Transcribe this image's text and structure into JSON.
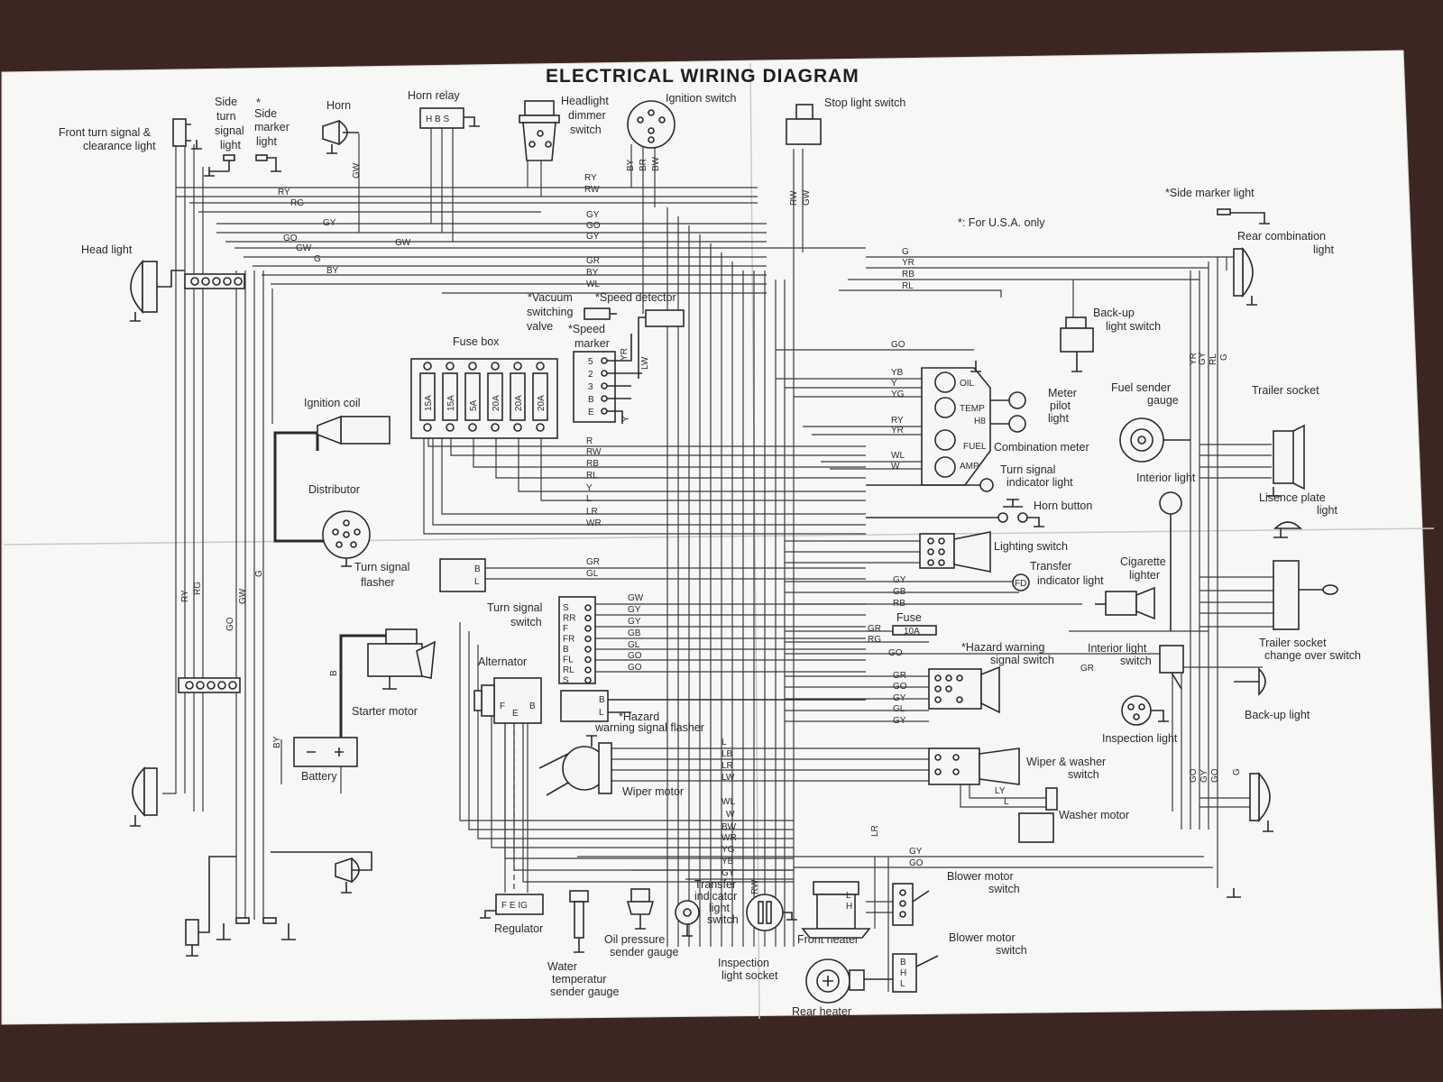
{
  "title": "ELECTRICAL WIRING DIAGRAM",
  "note": "*: For U.S.A. only",
  "components": {
    "front_turn": "Front turn signal &",
    "front_turn2": "clearance light",
    "side_turn1": "Side",
    "side_turn2": "turn",
    "side_turn3": "signal",
    "side_turn4": "light",
    "side_marker1": "*",
    "side_marker2": "Side",
    "side_marker3": "marker",
    "side_marker4": "light",
    "horn": "Horn",
    "horn_relay": "Horn relay",
    "horn_relay_pins": "H B S",
    "headlight_dimmer1": "Headlight",
    "headlight_dimmer2": "dimmer",
    "headlight_dimmer3": "switch",
    "ignition_switch": "Ignition switch",
    "stop_light": "Stop light switch",
    "side_marker_rear": "*Side marker light",
    "rear_combination1": "Rear combination",
    "rear_combination2": "light",
    "head_light": "Head light",
    "vacuum1": "*Vacuum",
    "vacuum2": "switching",
    "vacuum3": "valve",
    "speed_detector": "*Speed detector",
    "speed_marker1": "*Speed",
    "speed_marker2": "marker",
    "fuse_box": "Fuse box",
    "backup_switch1": "Back-up",
    "backup_switch2": "light switch",
    "ignition_coil": "Ignition coil",
    "fuel_sender1": "Fuel sender",
    "fuel_sender2": "gauge",
    "meter_pilot1": "Meter",
    "meter_pilot2": "pilot",
    "meter_pilot3": "light",
    "trailer_socket": "Trailer socket",
    "combination_meter": "Combination meter",
    "turn_indicator1": "Turn signal",
    "turn_indicator2": "indicator light",
    "interior_light": "Interior light",
    "distributor": "Distributor",
    "horn_button": "Horn button",
    "licence1": "Lisence plate",
    "licence2": "light",
    "lighting_switch": "Lighting switch",
    "turn_flasher1": "Turn signal",
    "turn_flasher2": "flasher",
    "transfer1": "Transfer",
    "transfer2": "indicator light",
    "cigarette1": "Cigarette",
    "cigarette2": "lighter",
    "turn_switch1": "Turn signal",
    "turn_switch2": "switch",
    "fuse": "Fuse",
    "fuse_10a": "10A",
    "hazard_switch1": "*Hazard warning",
    "hazard_switch2": "signal switch",
    "interior_switch1": "Interior light",
    "interior_switch2": "switch",
    "trailer_changeover1": "Trailer socket",
    "trailer_changeover2": "change over switch",
    "alternator": "Alternator",
    "starter": "Starter motor",
    "hazard_flasher1": "*Hazard",
    "hazard_flasher2": "warning signal flasher",
    "backup_light": "Back-up light",
    "inspection_light": "Inspection light",
    "battery": "Battery",
    "wiper_washer1": "Wiper & washer",
    "wiper_washer2": "switch",
    "wiper_motor": "Wiper motor",
    "washer_motor": "Washer motor",
    "blower1_1": "Blower motor",
    "blower1_2": "switch",
    "blower2_1": "Blower motor",
    "blower2_2": "switch",
    "regulator": "Regulator",
    "regulator_pins": "F E IG",
    "transfer_switch1": "Transfer",
    "transfer_switch2": "indicator",
    "transfer_switch3": "light",
    "transfer_switch4": "switch",
    "front_heater": "Front heater",
    "oil_pressure1": "Oil pressure",
    "oil_pressure2": "sender gauge",
    "inspection_socket1": "Inspection",
    "inspection_socket2": "light socket",
    "water_temp1": "Water",
    "water_temp2": "temperatur",
    "water_temp3": "sender gauge",
    "rear_heater": "Rear heater"
  },
  "fuse_ratings": [
    "15A",
    "15A",
    "5A",
    "20A",
    "20A",
    "20A"
  ],
  "meter_labels": [
    "OIL",
    "TEMP",
    "H8",
    "FUEL",
    "AMP"
  ],
  "speed_pins": [
    "5",
    "2",
    "3",
    "B",
    "E"
  ],
  "turn_switch_pins": [
    "S",
    "RR",
    "F",
    "FR",
    "B",
    "FL",
    "RL",
    "S"
  ],
  "top_wires": [
    "RY",
    "RG",
    "RY",
    "RW",
    "GY",
    "GO",
    "GW",
    "GW",
    "GY",
    "GO",
    "G",
    "GY",
    "BY",
    "GR",
    "BY",
    "WL"
  ],
  "ignition_wires": [
    "BY",
    "BR",
    "BW"
  ],
  "stop_wires": [
    "RW",
    "GW"
  ],
  "rear_wires": [
    "G",
    "YR",
    "RB",
    "RL",
    "GO"
  ],
  "meter_wires": [
    "YB",
    "Y",
    "YG",
    "RY",
    "YR",
    "WL",
    "W"
  ],
  "fuse_wires": [
    "R",
    "RW",
    "RB",
    "RL",
    "Y",
    "L",
    "LR",
    "WR"
  ],
  "flasher_wires": [
    "GR",
    "GL"
  ],
  "turn_wires": [
    "GW",
    "GY",
    "GY",
    "GB",
    "GL",
    "GO",
    "GO"
  ],
  "lighting_wires": [
    "GY",
    "GB",
    "RB"
  ],
  "hazard_wires": [
    "GR",
    "RG",
    "GO",
    "GR",
    "GO",
    "GY",
    "GL",
    "GY"
  ],
  "wiper_wires": [
    "L",
    "LB",
    "LR",
    "LW"
  ],
  "lower_wires": [
    "WL",
    "W",
    "BW",
    "WR",
    "YG",
    "YB",
    "GY"
  ],
  "left_vertical": [
    "RY",
    "RG",
    "GO",
    "GW",
    "G"
  ],
  "right_vertical": [
    "YR",
    "GY",
    "RL",
    "G"
  ],
  "right_lower_vertical": [
    "GO",
    "GY",
    "GO",
    "G"
  ],
  "washer_wires": [
    "LY",
    "L"
  ],
  "blower_wires": [
    "GY",
    "GO"
  ],
  "misc_wires": {
    "b_starter": "B",
    "by_battery": "BY",
    "lr_heater": "LR",
    "rw_socket": "RW",
    "gw_horn": "GW",
    "yr": "YR",
    "lw": "LW",
    "y": "Y",
    "gr_interior": "GR"
  },
  "pin_labels": {
    "alt": "F E B",
    "flasher": "B L",
    "hazard_flasher": "B L",
    "blower": "L H B"
  }
}
